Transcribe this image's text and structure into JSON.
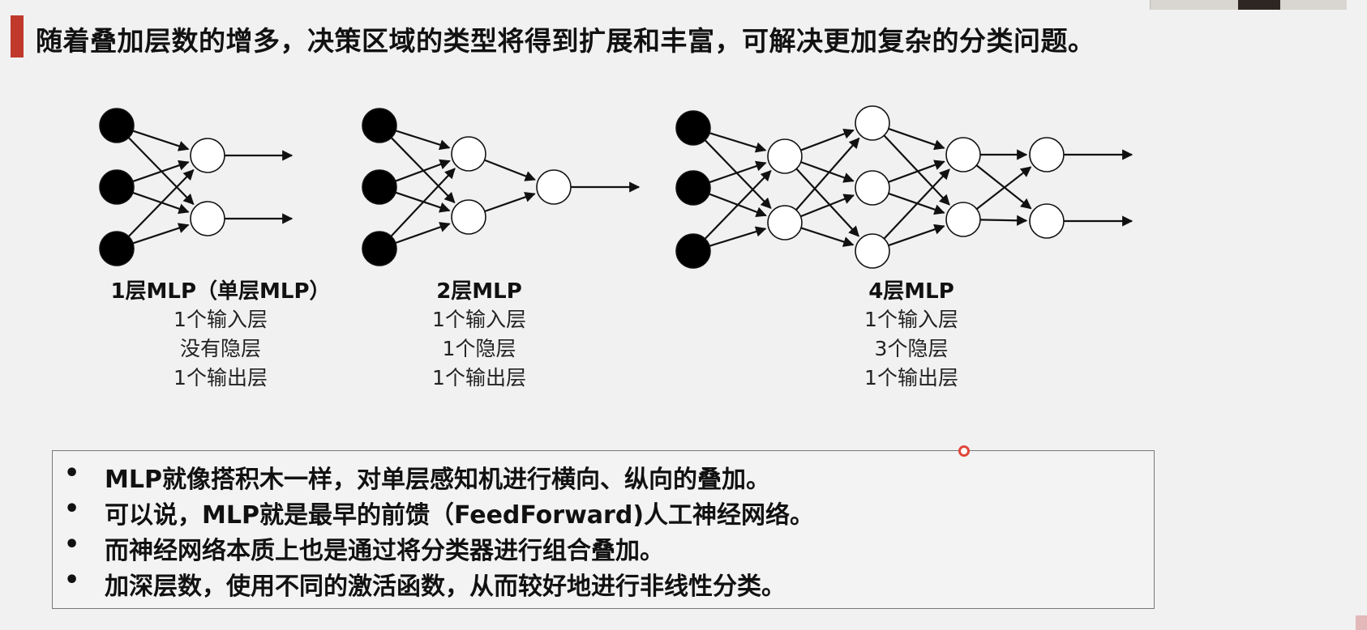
{
  "header": {
    "title": "随着叠加层数的增多，决策区域的类型将得到扩展和丰富，可解决更加复杂的分类问题。"
  },
  "diagrams": [
    {
      "title": "1层MLP（单层MLP）",
      "lines": [
        "1个输入层",
        "没有隐层",
        "1个输出层"
      ]
    },
    {
      "title": "2层MLP",
      "lines": [
        "1个输入层",
        "1个隐层",
        "1个输出层"
      ]
    },
    {
      "title": "4层MLP",
      "lines": [
        "1个输入层",
        "3个隐层",
        "1个输出层"
      ]
    }
  ],
  "notes": [
    "MLP就像搭积木一样，对单层感知机进行横向、纵向的叠加。",
    "可以说，MLP就是最早的前馈（FeedForward)人工神经网络。",
    "而神经网络本质上也是通过将分类器进行组合叠加。",
    "加深层数，使用不同的激活函数，从而较好地进行非线性分类。"
  ],
  "bullet_symbol": "•",
  "colors": {
    "accent": "#c0392b",
    "node_input": "#000000",
    "node_other": "#ffffff",
    "pointer": "#e0463a"
  }
}
